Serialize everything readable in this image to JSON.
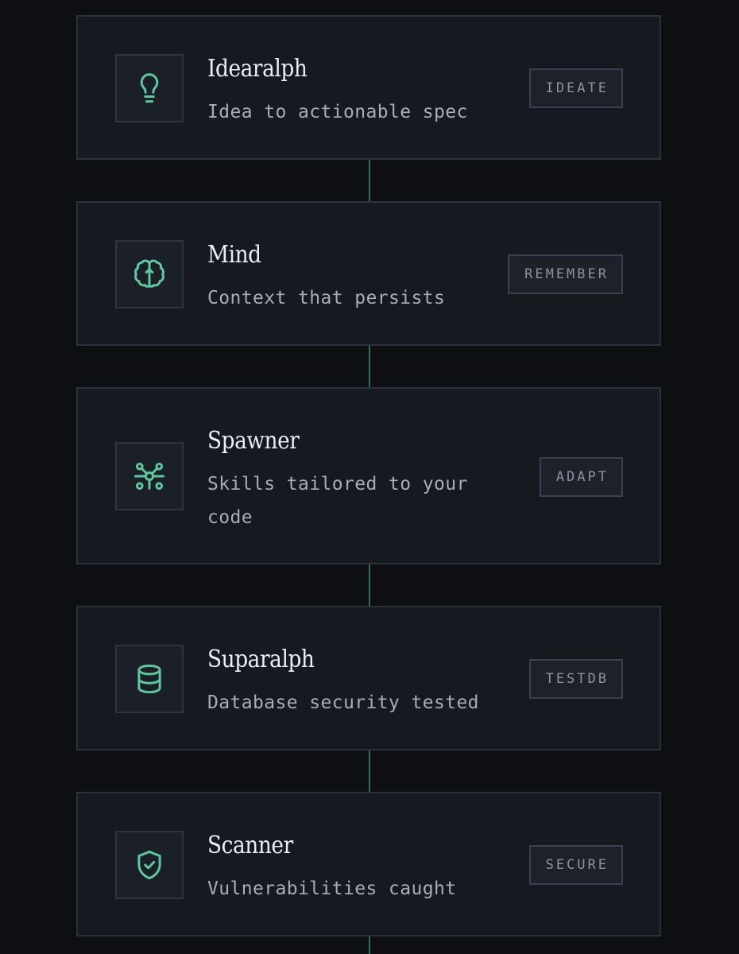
{
  "colors": {
    "background": "#0e0f13",
    "card": "#161920",
    "border": "#2c313d",
    "accent": "#5cc9a0",
    "connector": "#2f6f5a"
  },
  "steps": [
    {
      "title": "Idearalph",
      "description": "Idea to actionable spec",
      "tag": "IDEATE",
      "icon": "lightbulb-icon"
    },
    {
      "title": "Mind",
      "description": "Context that persists",
      "tag": "REMEMBER",
      "icon": "brain-icon"
    },
    {
      "title": "Spawner",
      "description": "Skills tailored to your code",
      "tag": "ADAPT",
      "icon": "network-icon"
    },
    {
      "title": "Suparalph",
      "description": "Database security tested",
      "tag": "TESTDB",
      "icon": "database-icon"
    },
    {
      "title": "Scanner",
      "description": "Vulnerabilities caught",
      "tag": "SECURE",
      "icon": "shield-check-icon"
    }
  ]
}
